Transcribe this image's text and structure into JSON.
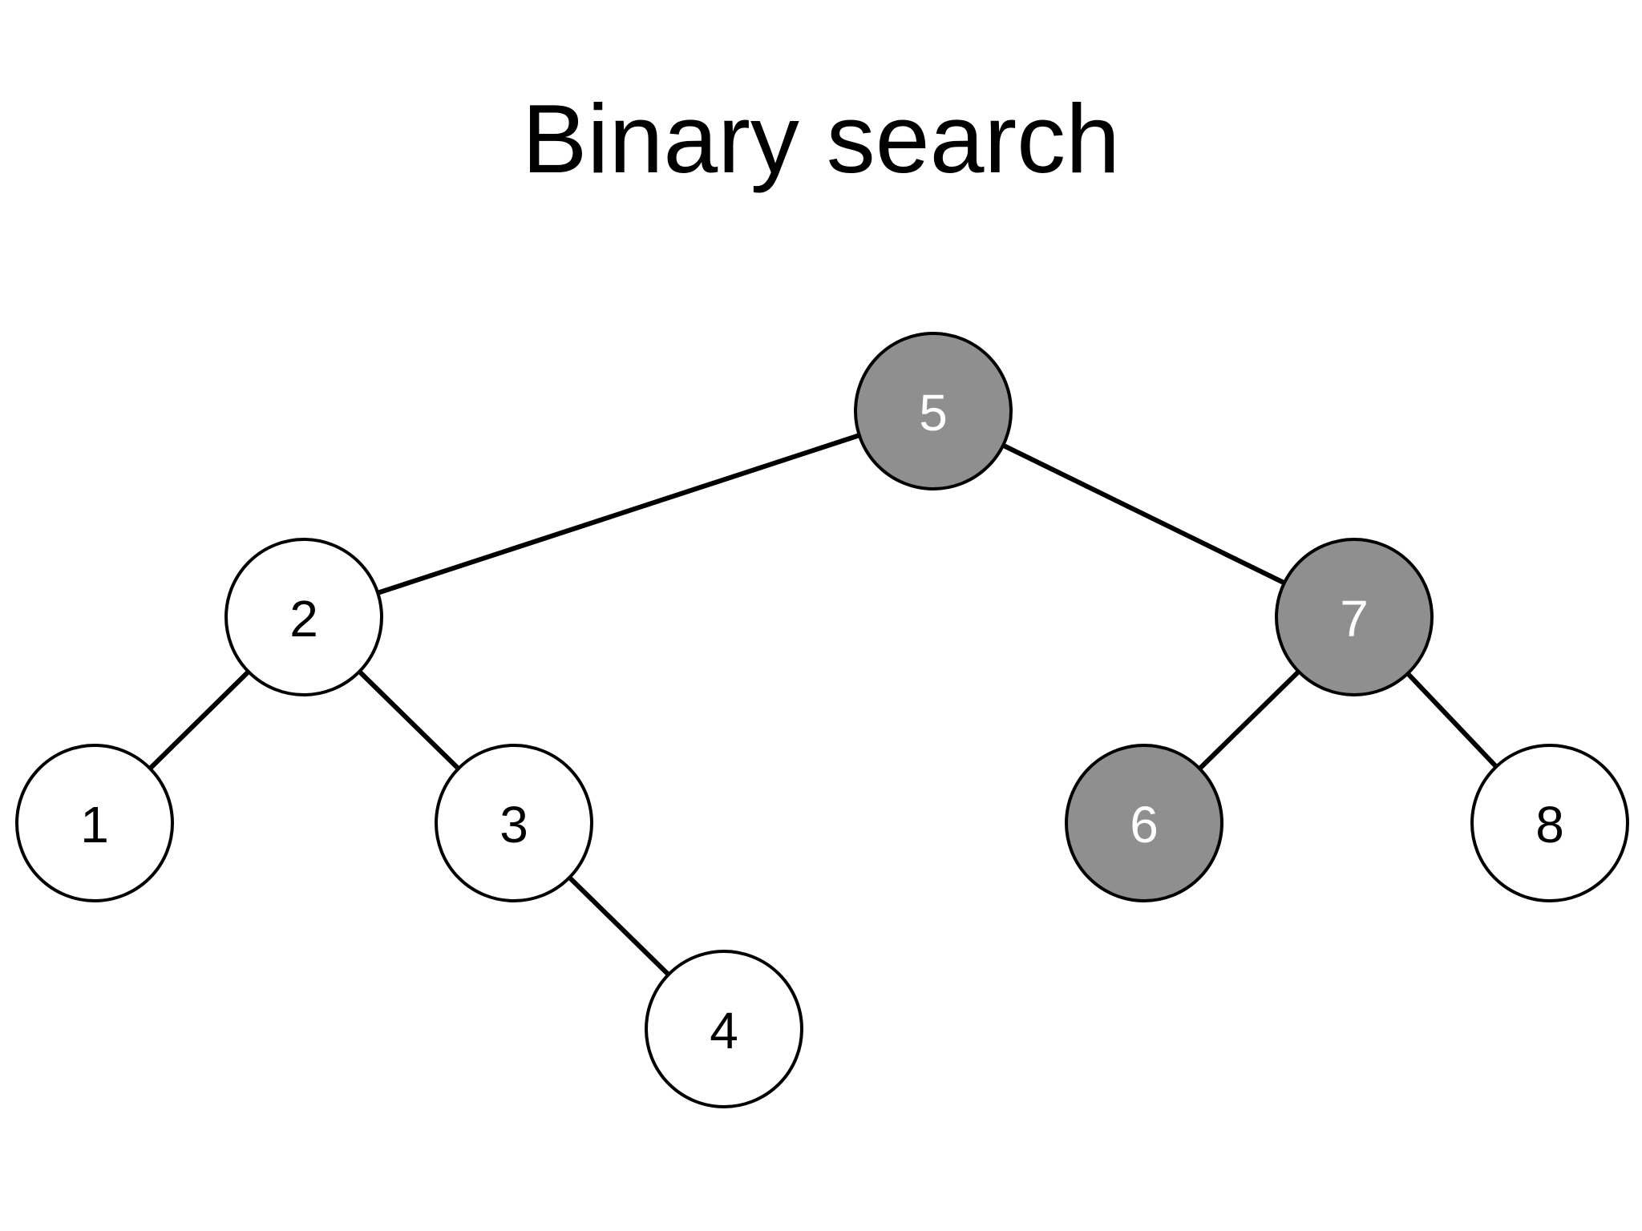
{
  "title": "Binary search",
  "colors": {
    "highlighted_fill": "#8f8f8f",
    "normal_fill": "#ffffff",
    "highlighted_text": "#ffffff",
    "normal_text": "#000000",
    "stroke": "#000000"
  },
  "tree": {
    "nodes": [
      {
        "id": "5",
        "label": "5",
        "highlighted": true
      },
      {
        "id": "2",
        "label": "2",
        "highlighted": false
      },
      {
        "id": "7",
        "label": "7",
        "highlighted": true
      },
      {
        "id": "1",
        "label": "1",
        "highlighted": false
      },
      {
        "id": "3",
        "label": "3",
        "highlighted": false
      },
      {
        "id": "6",
        "label": "6",
        "highlighted": true
      },
      {
        "id": "8",
        "label": "8",
        "highlighted": false
      },
      {
        "id": "4",
        "label": "4",
        "highlighted": false
      }
    ],
    "edges": [
      {
        "from": "5",
        "to": "2"
      },
      {
        "from": "5",
        "to": "7"
      },
      {
        "from": "2",
        "to": "1"
      },
      {
        "from": "2",
        "to": "3"
      },
      {
        "from": "3",
        "to": "4"
      },
      {
        "from": "7",
        "to": "6"
      },
      {
        "from": "7",
        "to": "8"
      }
    ]
  }
}
